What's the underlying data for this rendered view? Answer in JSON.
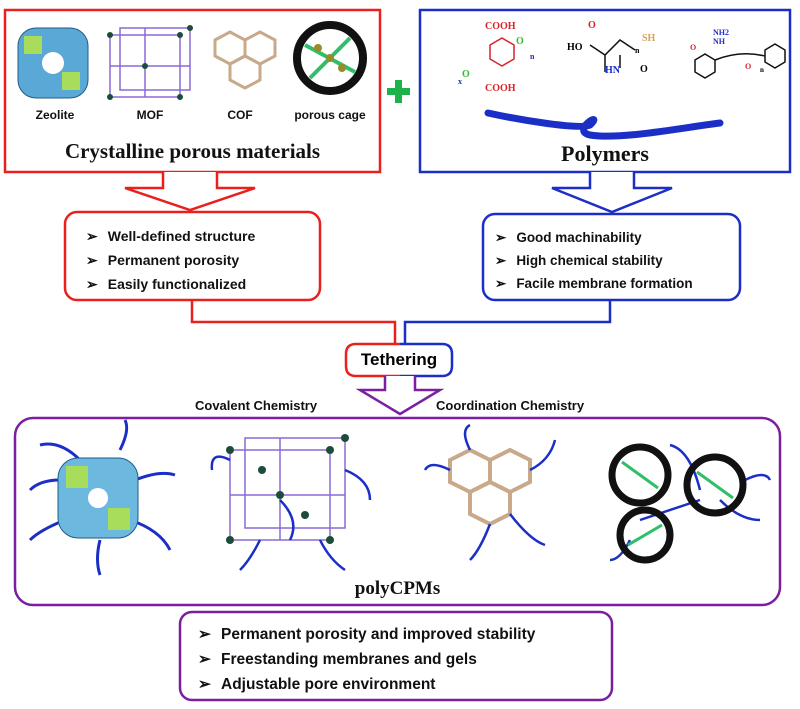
{
  "top_left": {
    "title": "Crystalline porous materials",
    "items": [
      "Zeolite",
      "MOF",
      "COF",
      "porous cage"
    ],
    "color": "#e8211e"
  },
  "plus_icon": "plus-icon",
  "plus_color": "#1db34a",
  "top_right": {
    "title": "Polymers",
    "color": "#1b2fc7",
    "chem": {
      "cooh_top": "COOH",
      "cooh_bottom": "COOH",
      "o1": "O",
      "o2": "O",
      "n1": "n",
      "x": "x",
      "ho": "HO",
      "o3": "O",
      "sh": "SH",
      "n2": "n",
      "hn": "HN",
      "o4": "O",
      "nh2": "NH2",
      "nh": "NH",
      "o5": "O",
      "o6": "O",
      "n3": "n"
    }
  },
  "left_props": [
    "Well-defined structure",
    "Permanent porosity",
    "Easily functionalized"
  ],
  "right_props": [
    "Good machinability",
    "High chemical stability",
    "Facile membrane formation"
  ],
  "tethering": "Tethering",
  "chem_left": "Covalent Chemistry",
  "chem_right": "Coordination Chemistry",
  "product": {
    "title": "polyCPMs",
    "color": "#7a1fa2",
    "benefits": [
      "Permanent porosity and improved stability",
      "Freestanding membranes and gels",
      "Adjustable pore environment"
    ]
  }
}
